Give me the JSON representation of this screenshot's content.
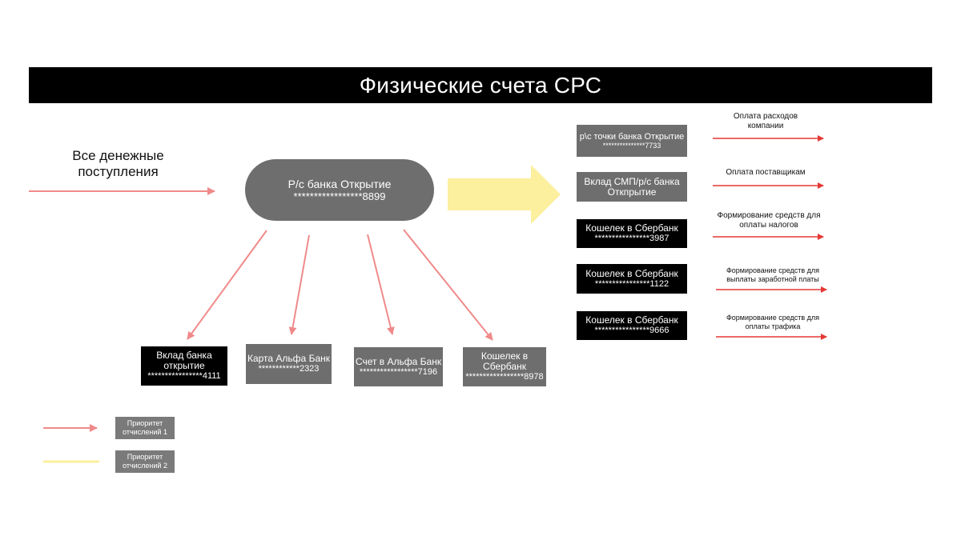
{
  "title": "Физические счета СРС",
  "income": {
    "label": "Все денежные поступления"
  },
  "hub": {
    "name": "Р/с банка Открытие",
    "number": "*****************8899"
  },
  "bottom_accounts": [
    {
      "name": "Вклад банка открытие",
      "number": "****************4111",
      "color": "#000000"
    },
    {
      "name": "Карта Альфа Банк",
      "number": "************2323",
      "color": "#6e6e6e"
    },
    {
      "name": "Счет в Альфа Банк",
      "number": "*****************7196",
      "color": "#6e6e6e"
    },
    {
      "name": "Кошелек в Сбербанк",
      "number": "*****************8978",
      "color": "#6e6e6e"
    }
  ],
  "right_accounts": [
    {
      "name": "р\\с точки банка Открытие",
      "number": "***************7733",
      "color": "#6e6e6e"
    },
    {
      "name": "Вклад СМП/р/с банка Откпрытие",
      "number": "",
      "color": "#6e6e6e"
    },
    {
      "name": "Кошелек в Сбербанк",
      "number": "****************3987",
      "color": "#000000"
    },
    {
      "name": "Кошелек в Сбербанк",
      "number": "****************1122",
      "color": "#000000"
    },
    {
      "name": "Кошелек в Сбербанк",
      "number": "****************9666",
      "color": "#000000"
    }
  ],
  "destinations": [
    "Оплата расходов компании",
    "Оплата поставщикам",
    "Формирование средств для оплаты налогов",
    "Формирование средств для выплаты заработной платы",
    "Формирование средств для оплаты трафика"
  ],
  "legend": [
    {
      "label": "Приоритет отчислений 1",
      "color": "#f08a8a"
    },
    {
      "label": "Приоритет отчислений 2",
      "color": "#fcef9e"
    }
  ],
  "colors": {
    "priority1_arrow": "#f08a8a",
    "priority2_arrow": "#fcef9e",
    "destination_arrow": "#e53935"
  }
}
